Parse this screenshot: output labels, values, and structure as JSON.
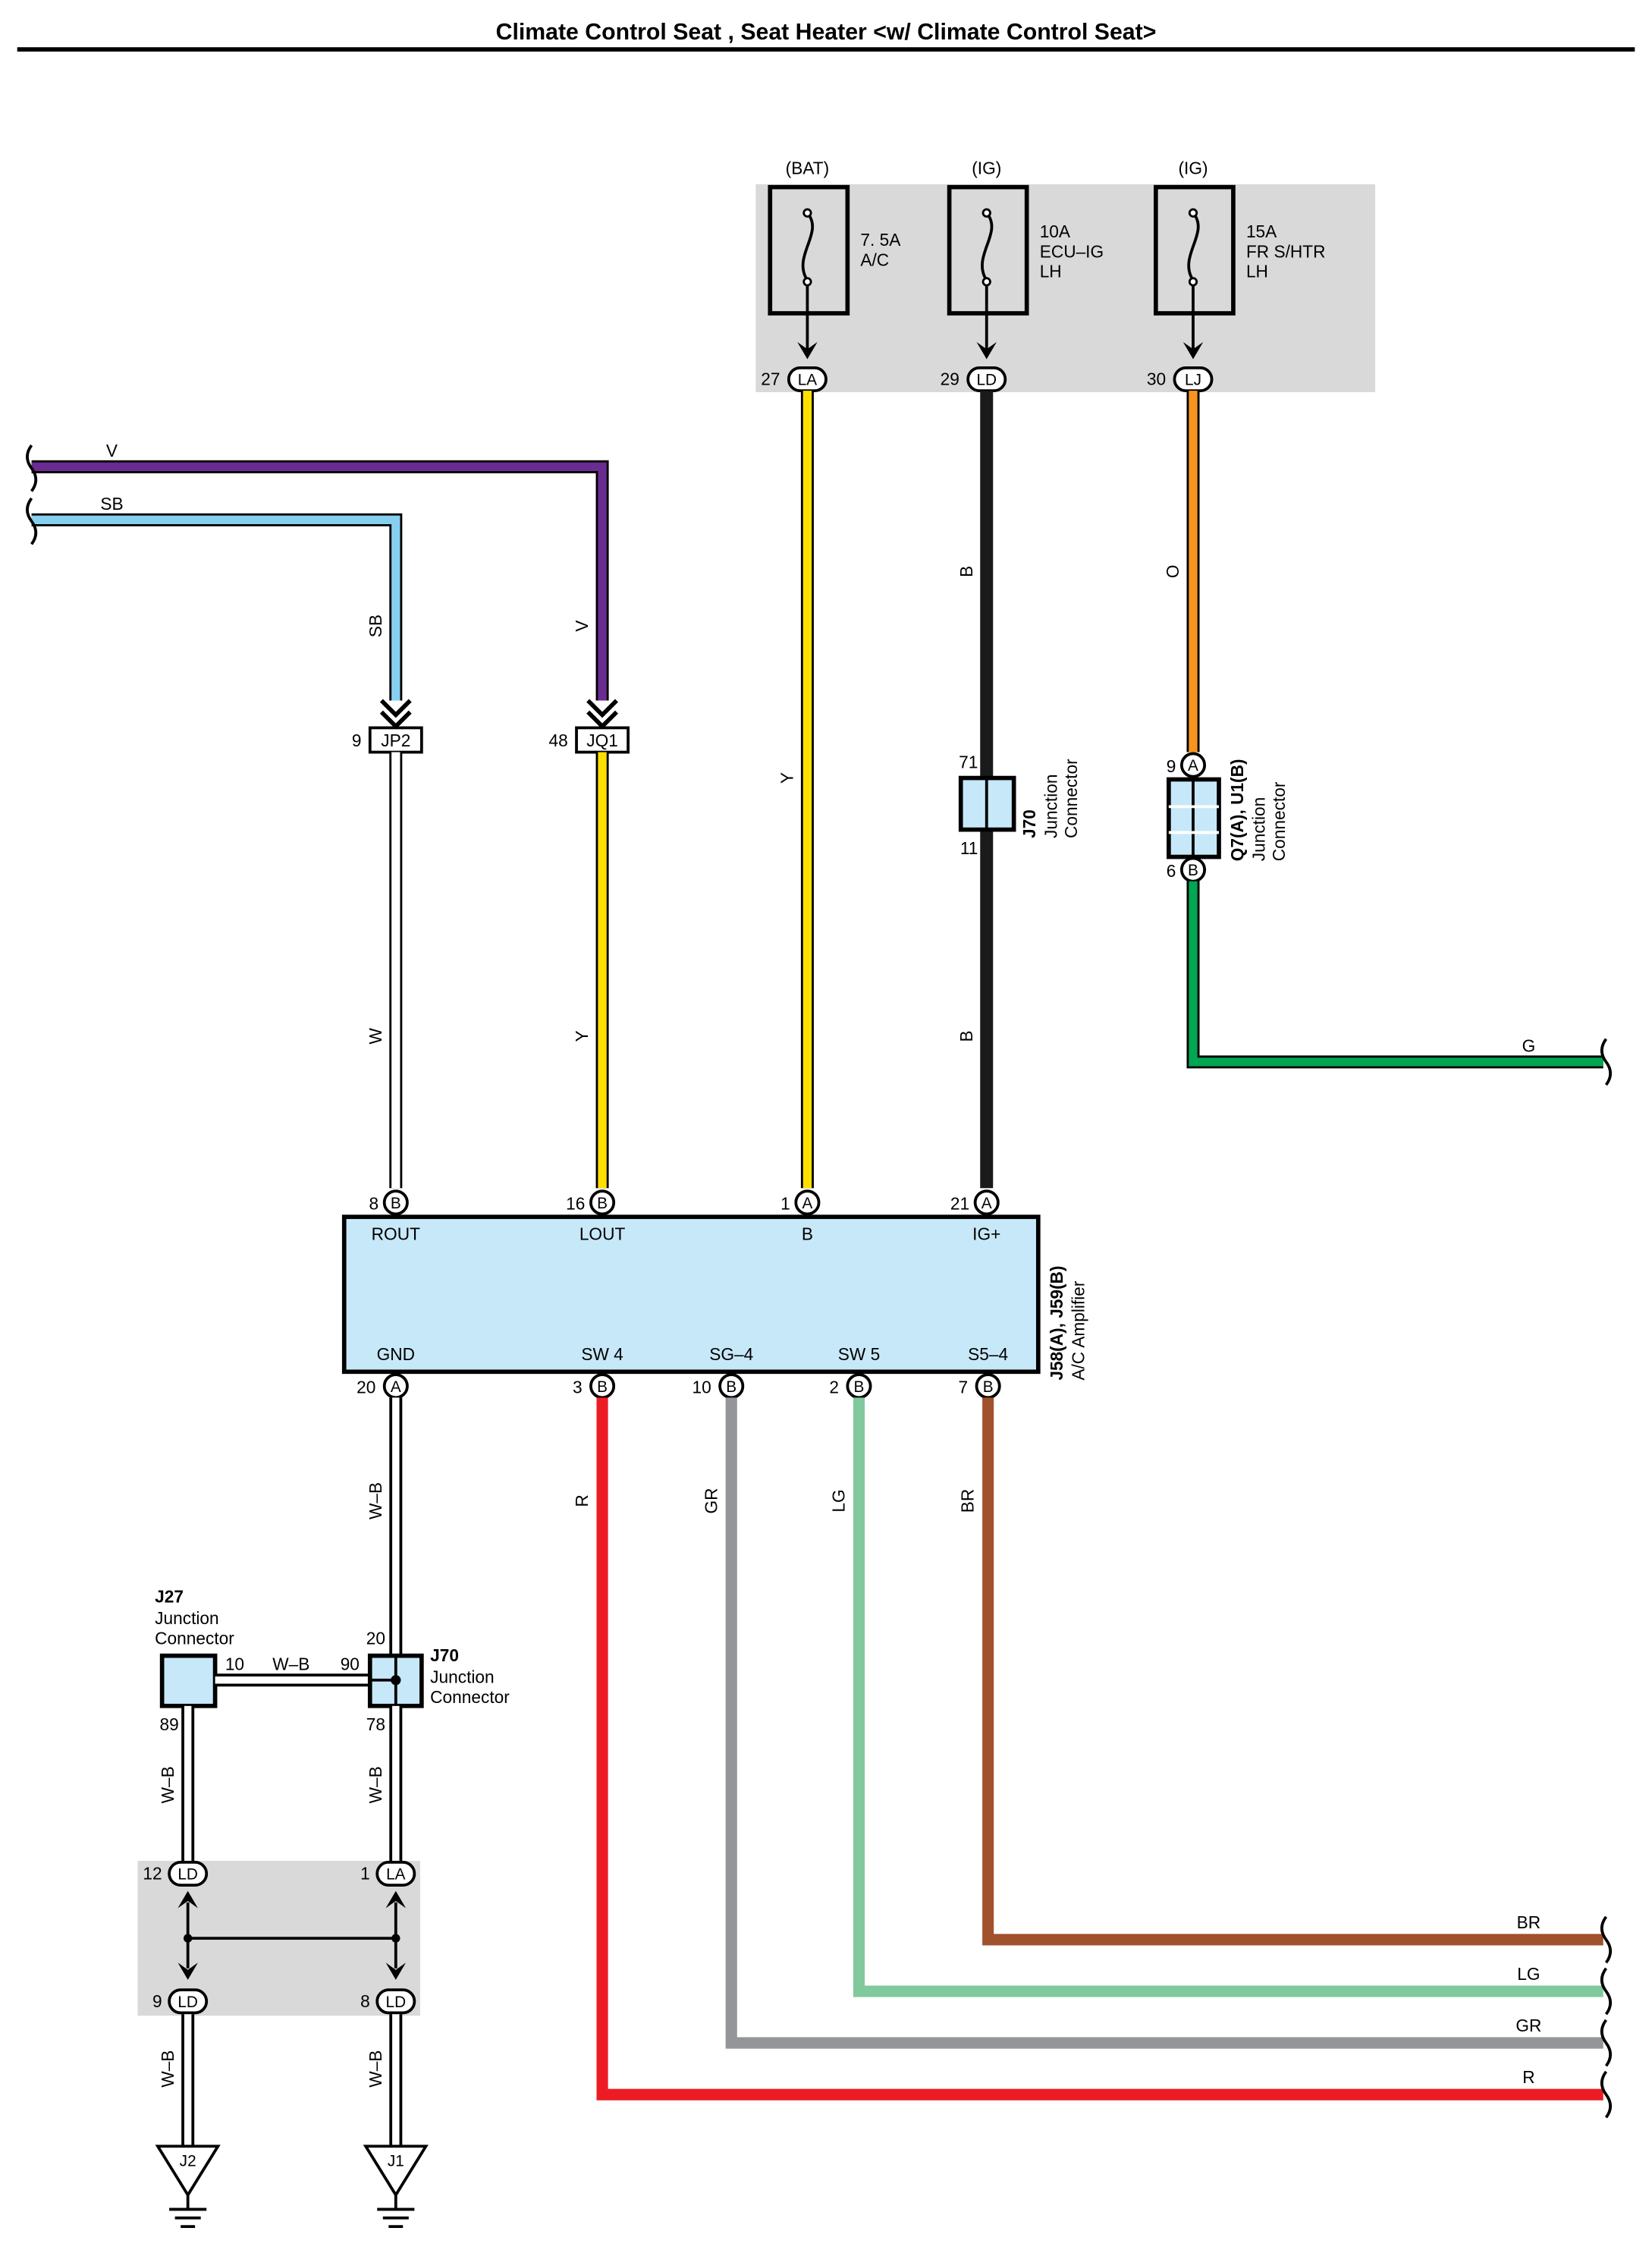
{
  "title": "Climate Control Seat , Seat Heater <w/ Climate Control Seat>",
  "fuses": [
    {
      "source": "(BAT)",
      "rating": "7. 5A",
      "name": "A/C",
      "name2": "",
      "pin": "27",
      "conn": "LA"
    },
    {
      "source": "(IG)",
      "rating": "10A",
      "name": "ECU–IG",
      "name2": "LH",
      "pin": "29",
      "conn": "LD"
    },
    {
      "source": "(IG)",
      "rating": "15A",
      "name": "FR S/HTR",
      "name2": "LH",
      "pin": "30",
      "conn": "LJ"
    }
  ],
  "wire_colors": {
    "V": "#6b2c91",
    "SB": "#87cfee",
    "W": "#ffffff",
    "Y": "#fde000",
    "B": "#1a1a1a",
    "O": "#f7931e",
    "G": "#00a651",
    "R": "#ed1c24",
    "GR": "#939598",
    "LG": "#80c99c",
    "BR": "#a0522d",
    "W-B": "#ffffff"
  },
  "wire_labels": {
    "V": "V",
    "SB": "SB",
    "W": "W",
    "Y": "Y",
    "B": "B",
    "O": "O",
    "G": "G",
    "R": "R",
    "GR": "GR",
    "LG": "LG",
    "BR": "BR",
    "WB": "W–B"
  },
  "connectors": {
    "jp2": {
      "pin": "9",
      "label": "JP2"
    },
    "jq1": {
      "pin": "48",
      "label": "JQ1"
    },
    "j70_top": {
      "pin_in": "71",
      "pin_out": "11",
      "id": "J70",
      "desc1": "Junction",
      "desc2": "Connector"
    },
    "q7": {
      "pin_in": "9",
      "pin_in_letter": "A",
      "pin_out": "6",
      "pin_out_letter": "B",
      "id": "Q7(A), U1(B)",
      "desc1": "Junction",
      "desc2": "Connector"
    },
    "j27": {
      "id": "J27",
      "desc1": "Junction",
      "desc2": "Connector",
      "pin_right": "10",
      "pin_bottom": "89"
    },
    "j70_bottom": {
      "id": "J70",
      "desc1": "Junction",
      "desc2": "Connector",
      "pin_top": "20",
      "pin_left": "90",
      "pin_bottom": "78"
    }
  },
  "amplifier": {
    "id": "J58(A), J59(B)",
    "desc": "A/C Amplifier",
    "top_pins": [
      {
        "num": "8",
        "letter": "B",
        "label": "ROUT"
      },
      {
        "num": "16",
        "letter": "B",
        "label": "LOUT"
      },
      {
        "num": "1",
        "letter": "A",
        "label": "B"
      },
      {
        "num": "21",
        "letter": "A",
        "label": "IG+"
      }
    ],
    "bottom_pins": [
      {
        "num": "20",
        "letter": "A",
        "label": "GND"
      },
      {
        "num": "3",
        "letter": "B",
        "label": "SW 4"
      },
      {
        "num": "10",
        "letter": "B",
        "label": "SG–4"
      },
      {
        "num": "2",
        "letter": "B",
        "label": "SW 5"
      },
      {
        "num": "7",
        "letter": "B",
        "label": "S5–4"
      }
    ]
  },
  "ground_block": {
    "top_left": {
      "pin": "12",
      "conn": "LD"
    },
    "top_right": {
      "pin": "1",
      "conn": "LA"
    },
    "bottom_left": {
      "pin": "9",
      "conn": "LD"
    },
    "bottom_right": {
      "pin": "8",
      "conn": "LD"
    }
  },
  "grounds": [
    "J2",
    "J1"
  ]
}
